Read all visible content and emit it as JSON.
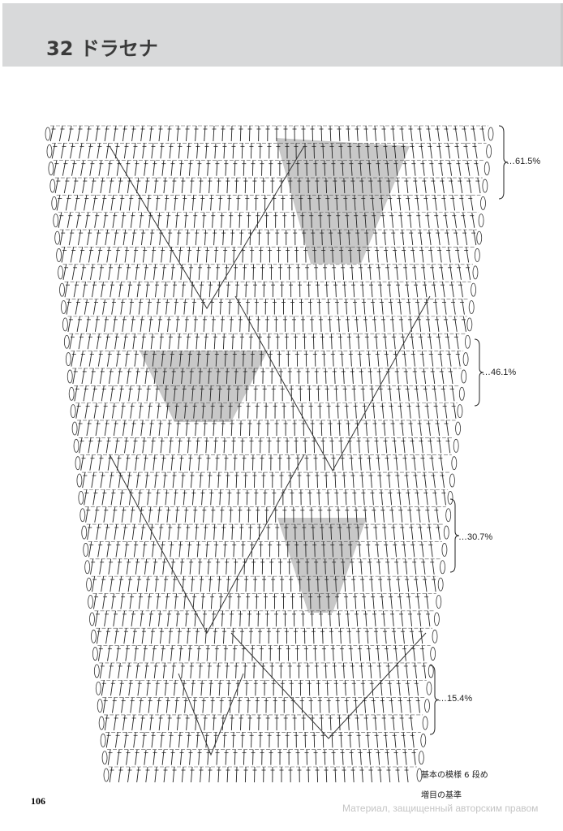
{
  "header": {
    "title": "32 ドラセナ"
  },
  "diagram": {
    "markers": [
      "…61.5%",
      "…46.1%",
      "…30.7%",
      "…15.4%"
    ],
    "shade_color": "#c8c8c8"
  },
  "notes": {
    "line1": "基本の模様 6 段め",
    "line2": "増目の基準"
  },
  "footer": {
    "page_number": "106",
    "watermark": "Материал, защищенный авторским правом"
  }
}
